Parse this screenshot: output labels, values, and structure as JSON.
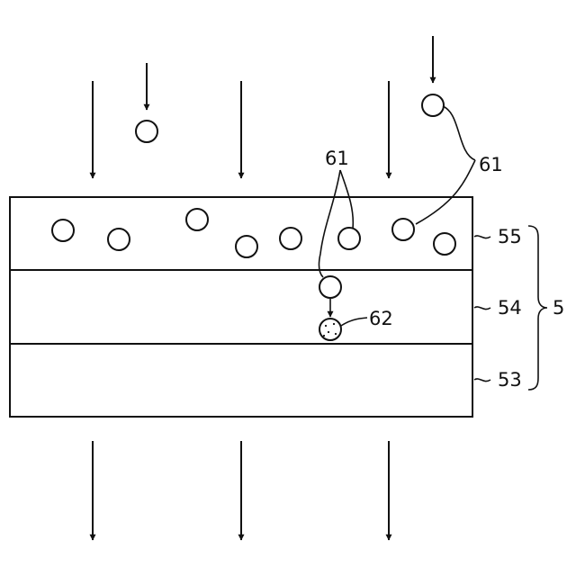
{
  "labels": {
    "particles_center": "61",
    "particles_right": "61",
    "captured_particle": "62",
    "layer_top": "55",
    "layer_middle": "54",
    "layer_bottom": "53",
    "stack": "5"
  }
}
